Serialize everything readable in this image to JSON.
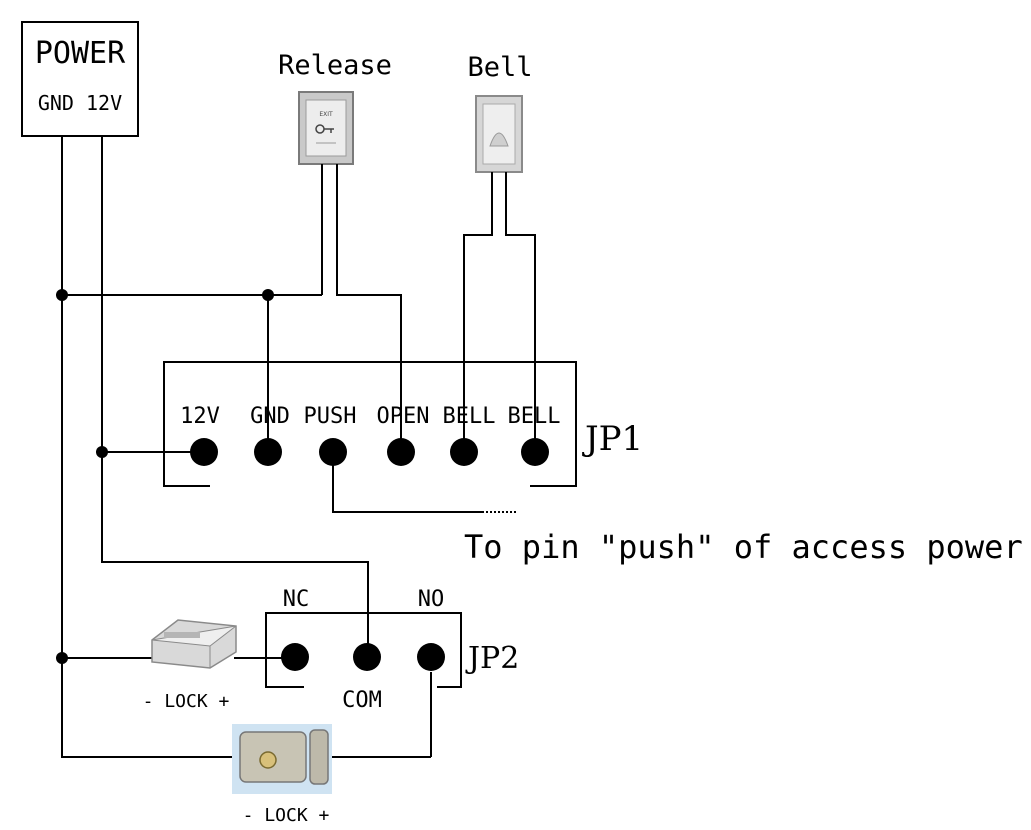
{
  "power": {
    "title": "POWER",
    "terminals": "GND 12V"
  },
  "release": {
    "label": "Release",
    "plate_text": "EXIT"
  },
  "bell": {
    "label": "Bell"
  },
  "jp1": {
    "name": "JP1",
    "pins": [
      "12V",
      "GND",
      "PUSH",
      "OPEN",
      "BELL",
      "BELL"
    ]
  },
  "jp2": {
    "name": "JP2",
    "pins": {
      "nc": "NC",
      "com": "COM",
      "no": "NO"
    }
  },
  "note": "To pin \"push\" of access power",
  "lock1_label": "- LOCK +",
  "lock2_label": "- LOCK +"
}
